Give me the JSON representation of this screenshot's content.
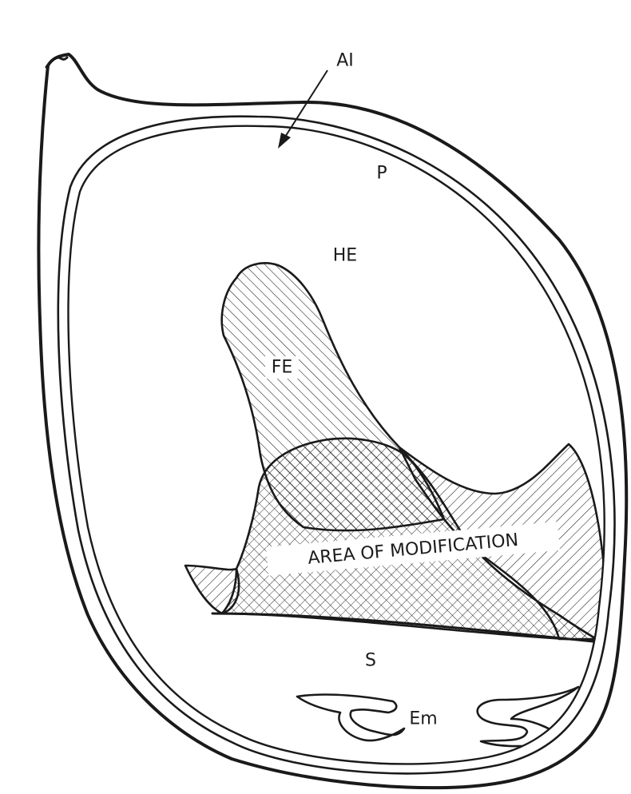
{
  "diagram": {
    "labels": {
      "aleurone": "AI",
      "pericarp": "P",
      "horny_endosperm": "HE",
      "floury_endosperm": "FE",
      "modification_area": "AREA OF MODIFICATION",
      "scutellum": "S",
      "embryo": "Em"
    },
    "colors": {
      "ink": "#1a1a1a",
      "background": "#ffffff",
      "label_box": "#ffffff"
    },
    "hatch_patterns": {
      "floury_endosperm": "diagonal-hatch",
      "modification_area": "cross-hatch"
    }
  }
}
